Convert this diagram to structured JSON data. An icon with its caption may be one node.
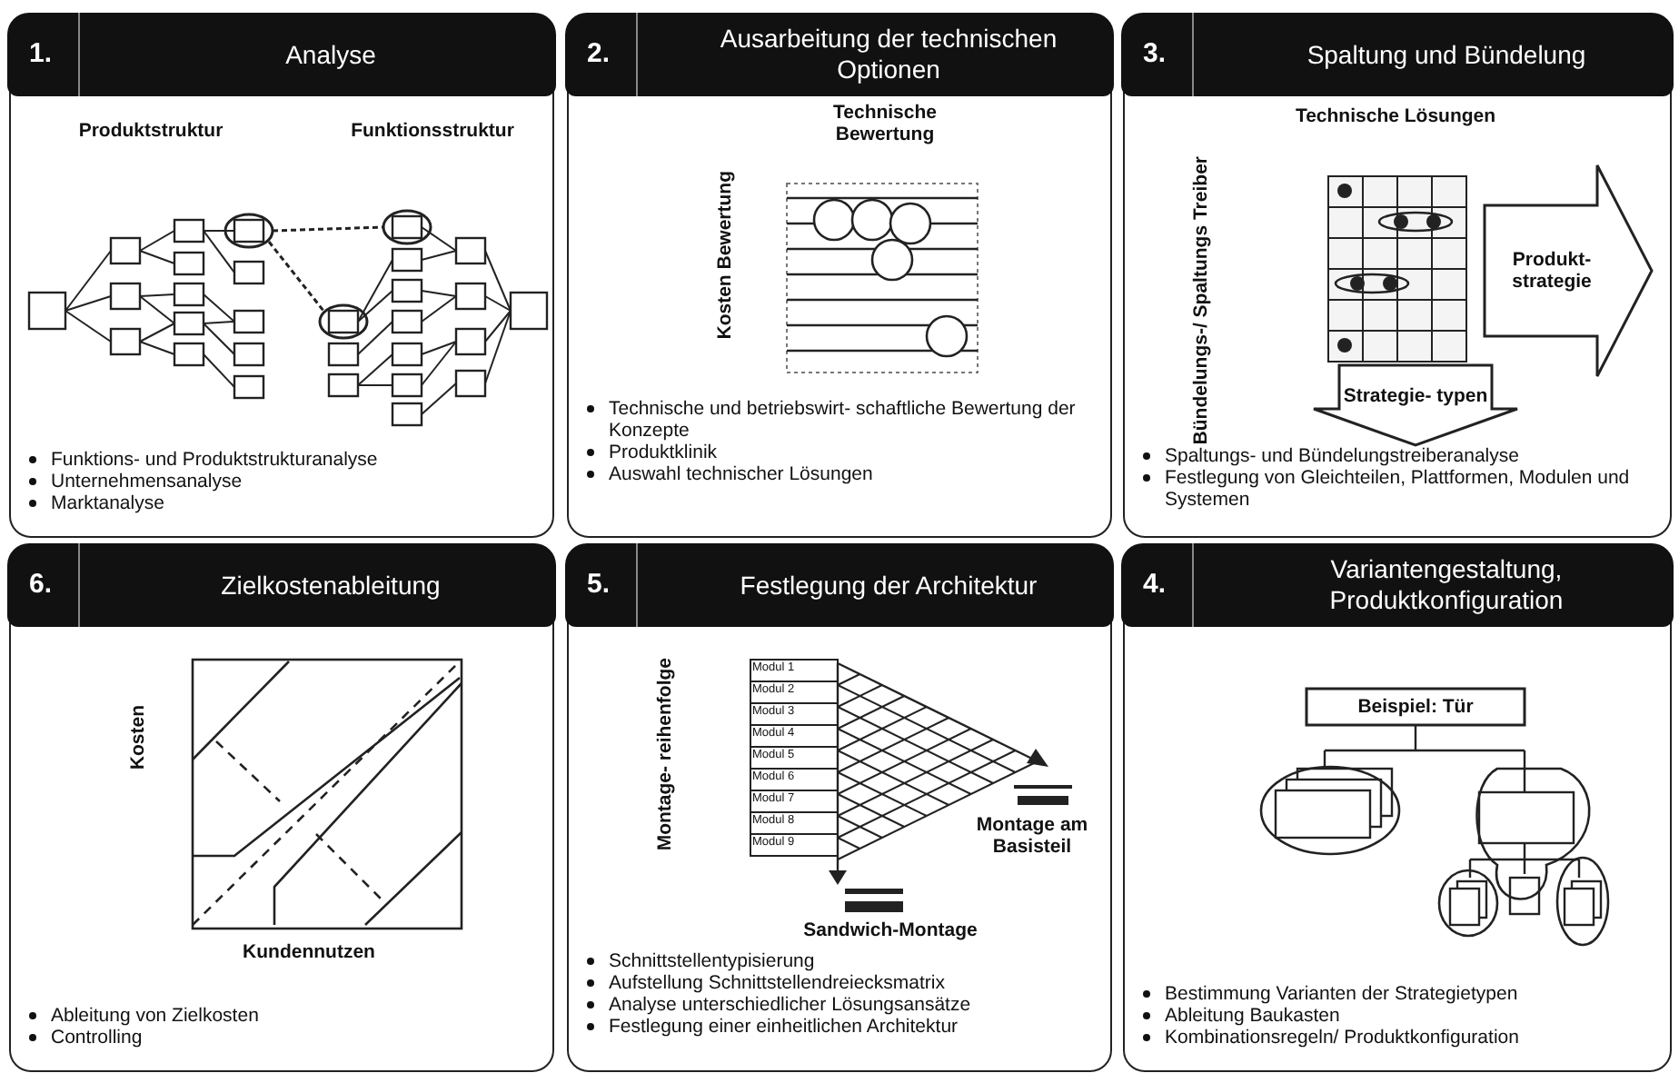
{
  "diagram": {
    "nodes": [
      {
        "text": [
          "1.",
          "Analyse",
          "Funktions- und Produktstrukturanalyse",
          "Unternehmensanalyse",
          "Marktanalyse"
        ]
      },
      {
        "text": [
          "2.",
          "Ausarbeitung der technischen Optionen",
          "Technische und betriebswirt- schaftliche Bewertung der Konzepte",
          "Produktklinik",
          "Auswahl technischer Lösungen"
        ]
      },
      {
        "text": [
          "3.",
          "Spaltung und Bündelung",
          "Spaltungs- und Bündelungstreiberanalyse",
          "Festlegung von Gleichteilen, Plattformen, Modulen und Systemen"
        ]
      },
      {
        "text": [
          "Produkt- strategie"
        ],
        "in": 2
      },
      {
        "text": [
          "Strategie- typen"
        ],
        "in": 2
      },
      {
        "text": [
          "6.",
          "Zielkostenableitung",
          "Ableitung von Zielkosten",
          "Controlling"
        ]
      },
      {
        "text": [
          "5.",
          "Festlegung der Architektur",
          "Schnittstellentypisierung",
          "Aufstellung Schnittstellendreiecksmatrix",
          "Analyse unterschiedlicher Lösungsansätze",
          "Festlegung einer einheitlichen Architektur"
        ]
      },
      {
        "text": [
          "4.",
          "Variantengestaltung, Produktkonfiguration",
          "Bestimmung Varianten der Strategietypen",
          "Ableitung Baukasten",
          "Kombinationsregeln/ Produktkonfiguration"
        ]
      },
      {
        "text": [
          "Beispiel: Tür"
        ],
        "in": 7
      }
    ],
    "labels": [
      "Produktstruktur",
      "Funktionsstruktur",
      "Technische Bewertung",
      "Kosten Bewertung",
      "Technische Lösungen",
      "Bündelungs-/ Spaltungs Treiber",
      "Kosten",
      "Kundennutzen",
      "Montage- reihenfolge",
      "Modul 1",
      "Modul 2",
      "Modul 3",
      "Modul 4",
      "Modul 5",
      "Modul 6",
      "Modul 7",
      "Modul 8",
      "Modul 9",
      "Montage am Basisteil",
      "Sandwich-Montage"
    ]
  }
}
